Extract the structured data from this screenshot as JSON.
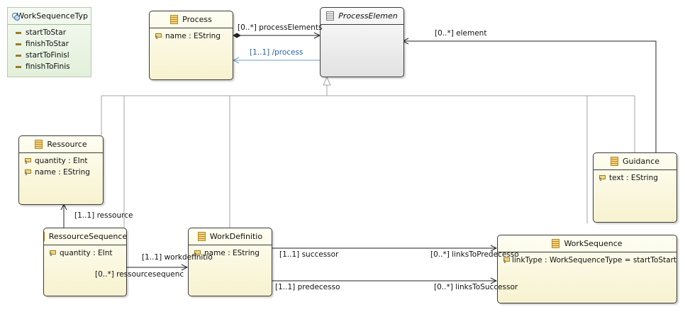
{
  "enum_workseq": {
    "name": "WorkSequenceTyp",
    "literals": [
      "startToStar",
      "finishToStar",
      "startToFinisl",
      "finishToFinis"
    ]
  },
  "cls_process": {
    "name": "Process",
    "attrs": [
      "name : EString"
    ]
  },
  "cls_element": {
    "name": "ProcessElemen"
  },
  "cls_ressource": {
    "name": "Ressource",
    "attrs": [
      "quantity : EInt",
      "name : EString"
    ]
  },
  "cls_guidance": {
    "name": "Guidance",
    "attrs": [
      "text : EString"
    ]
  },
  "cls_ressseq": {
    "name": "RessourceSequence",
    "attrs": [
      "quantity : EInt"
    ]
  },
  "cls_workdef": {
    "name": "WorkDefinitio",
    "attrs": [
      "name : EString"
    ]
  },
  "cls_workseq": {
    "name": "WorkSequence",
    "attrs": [
      "linkType : WorkSequenceType = startToStart"
    ]
  },
  "labels": {
    "process_elements": "[0..*] processElements",
    "process_back": "[1..1] /process",
    "element": "[0..*] element",
    "ressource": "[1..1] ressource",
    "workdefinition": "[1..1] workdefinitio",
    "ressourcesequence": "[0..*] ressourcesequenc",
    "successor": "[1..1] successor",
    "links_to_predecessor": "[0..*] linksToPredecesso",
    "predecessor": "[1..1] predecesso",
    "links_to_successor": "[0..*] linksToSuccessor"
  },
  "colors": {
    "edge": "#222222",
    "inheritance": "#a3a3a3",
    "opposite": "#6a9cd0",
    "opposite_label": "#2b62a8"
  },
  "icons": {
    "class": "eclass-icon",
    "abstract": "abstract-eclass-icon",
    "enum": "eenum-icon",
    "attribute": "eattribute-icon",
    "literal": "enum-literal-icon"
  }
}
